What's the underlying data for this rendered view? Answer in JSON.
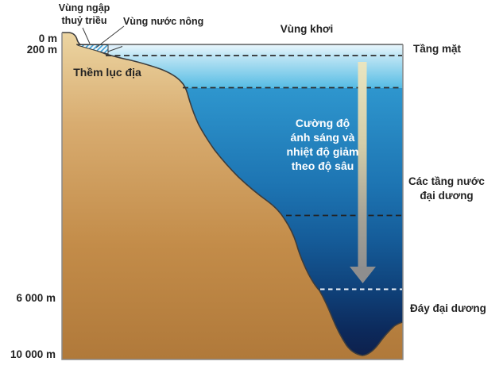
{
  "diagram": {
    "name": "ocean-depth-zones-cross-section",
    "depth_scale": {
      "d0": "0 m",
      "d200": "200 m",
      "d6000": "6 000 m",
      "d10000": "10 000 m"
    },
    "labels": {
      "intertidal_line1": "Vùng ngập",
      "intertidal_line2": "thuỷ triều",
      "shallow_water": "Vùng nước nông",
      "open_sea": "Vùng khơi",
      "surface_layer": "Tầng mặt",
      "continental_shelf": "Thềm lục địa",
      "depth_note_line1": "Cường độ",
      "depth_note_line2": "ánh sáng và",
      "depth_note_line3": "nhiệt độ giảm",
      "depth_note_line4": "theo độ sâu",
      "ocean_layers_line1": "Các tầng nước",
      "ocean_layers_line2": "đại dương",
      "ocean_floor": "Đáy đại dương"
    },
    "colors": {
      "water_surface_light": "#e9f6fc",
      "water_surface_deep": "#56bce4",
      "water_mid_top": "#2e96ce",
      "water_mid": "#1d74b2",
      "water_deep": "#0f4179",
      "water_trench": "#0e1f4a",
      "land_light": "#ecd5a2",
      "land_mid": "#d8ac70",
      "land_dark": "#b0793a",
      "hatch_stripe": "#3f9fd4",
      "hatch_bg": "#eaf5fb",
      "arrow_top": "#e9e5c0",
      "arrow_bottom": "#8f8f8f",
      "outline": "#3d3d3d",
      "border": "#8a8a8a"
    }
  }
}
